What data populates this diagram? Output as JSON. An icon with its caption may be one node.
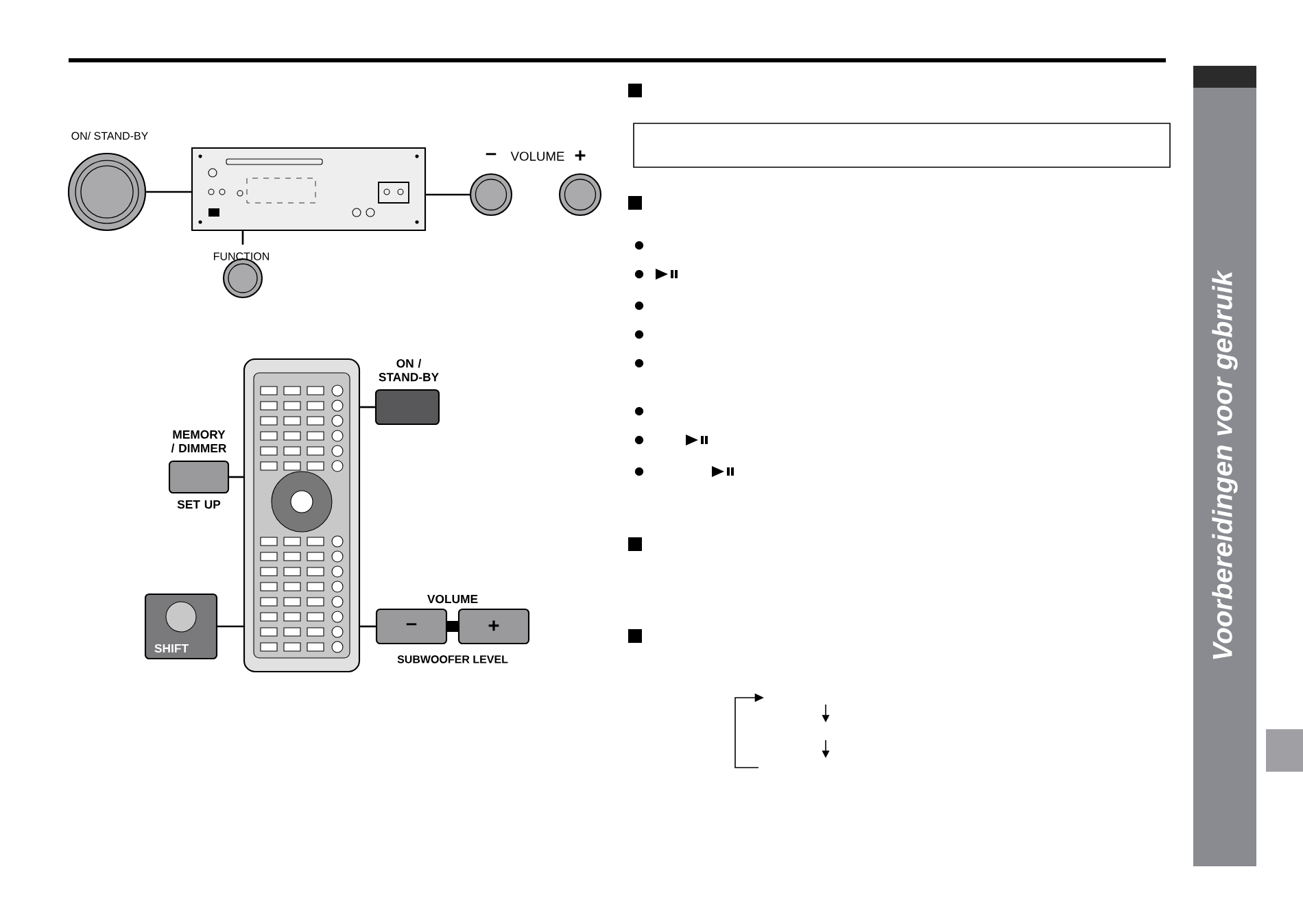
{
  "diagram": {
    "nodes": [
      {
        "text": [
          "ON/ STAND-BY"
        ]
      },
      {
        "text": [],
        "shape": "box"
      },
      {
        "text": [
          "FUNCTION"
        ]
      },
      {
        "text": [
          "–"
        ]
      },
      {
        "text": [
          "+"
        ]
      },
      {
        "text": [],
        "shape": "box"
      },
      {
        "text": [
          "ON / STAND-BY"
        ]
      },
      {
        "text": [
          "MEMORY / DIMMER",
          "SET UP"
        ]
      },
      {
        "text": [
          "SHIFT"
        ]
      },
      {
        "text": [
          "–"
        ]
      },
      {
        "text": [
          "+"
        ]
      },
      {
        "text": [],
        "shape": "box"
      }
    ],
    "edges": [
      {
        "from": 0,
        "to": 1,
        "arrow": "none"
      },
      {
        "from": 2,
        "to": 1,
        "arrow": "none"
      },
      {
        "from": 3,
        "to": 1,
        "arrow": "none"
      },
      {
        "from": 6,
        "to": 5,
        "arrow": "none"
      },
      {
        "from": 7,
        "to": 5,
        "arrow": "none"
      },
      {
        "from": 8,
        "to": 5,
        "arrow": "none"
      },
      {
        "from": 9,
        "to": 5,
        "arrow": "none"
      }
    ],
    "labels": [
      "VOLUME",
      "VOLUME",
      "SUBWOOFER LEVEL",
      "Voorbereidingen voor gebruik"
    ]
  }
}
